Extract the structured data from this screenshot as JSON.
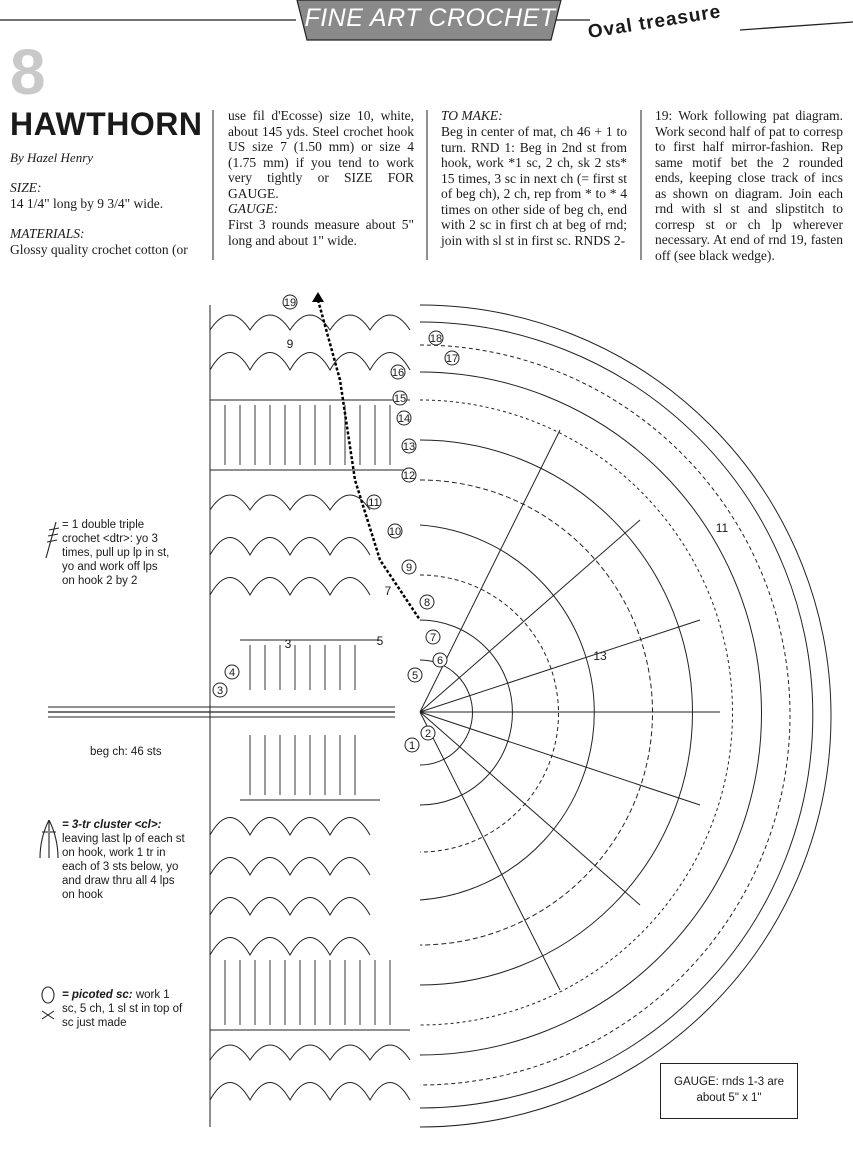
{
  "header": {
    "banner": "FINE ART CROCHET",
    "subtitle": "Oval treasure"
  },
  "pattern": {
    "number": "8",
    "title": "HAWTHORN",
    "author": "By Hazel Henry"
  },
  "size": {
    "heading": "SIZE:",
    "text": "14 1/4\" long by 9 3/4\" wide."
  },
  "materials": {
    "heading": "MATERIALS:",
    "text_a": "Glossy quality crochet cotton (or",
    "text_b": "use fil d'Ecosse) size 10, white, about 145 yds. Steel crochet hook US size 7 (1.50 mm) or size 4 (1.75 mm) if you tend to work very tightly or SIZE FOR GAUGE."
  },
  "gauge": {
    "heading": "GAUGE:",
    "text": "First 3 rounds measure about 5\" long and about 1\" wide."
  },
  "to_make": {
    "heading": "TO MAKE:",
    "text_a": "Beg in center of mat, ch 46 + 1 to turn. RND 1: Beg in 2nd st from hook, work *1 sc, 2 ch, sk 2 sts* 15 times, 3 sc in next ch (= first st of beg ch), 2 ch, rep from * to * 4 times on other side of beg ch, end with 2 sc in first ch at beg of rnd; join with sl st in first sc. RNDS 2-",
    "text_b": "19: Work following pat diagram. Work second half of pat to corresp to first half mirror-fashion. Rep same motif bet the 2 rounded ends, keeping close track of incs as shown on diagram. Join each rnd with sl st and slipstitch to corresp st or ch lp wherever necessary. At end of rnd 19, fasten off (see black wedge)."
  },
  "legend": {
    "dtr": "= 1 double triple crochet <dtr>: yo 3 times, pull up lp in st, yo and work off lps on hook 2 by 2",
    "cl_name": "= 3-tr cluster <cl>:",
    "cl_text": "leaving last lp of each st on hook, work 1 tr in each of 3 sts below, yo and draw thru all 4 lps on hook",
    "psc_name": "= picoted sc:",
    "psc_text": "work 1 sc, 5 ch, 1 sl st in top of sc just made"
  },
  "diagram": {
    "beg_ch": "beg ch: 46 sts",
    "gauge_box": "GAUGE: rnds 1-3 are about 5\" x 1\"",
    "round_labels": [
      "1",
      "2",
      "3",
      "4",
      "5",
      "6",
      "7",
      "8",
      "9",
      "10",
      "11",
      "12",
      "13",
      "14",
      "15",
      "16",
      "17",
      "18",
      "19"
    ],
    "fill_numbers": [
      "3",
      "5",
      "7",
      "9",
      "11",
      "13"
    ]
  },
  "colors": {
    "ink": "#1a1a1a",
    "banner_fill": "#8a8a8a",
    "number_gray": "#c9c9c9"
  }
}
